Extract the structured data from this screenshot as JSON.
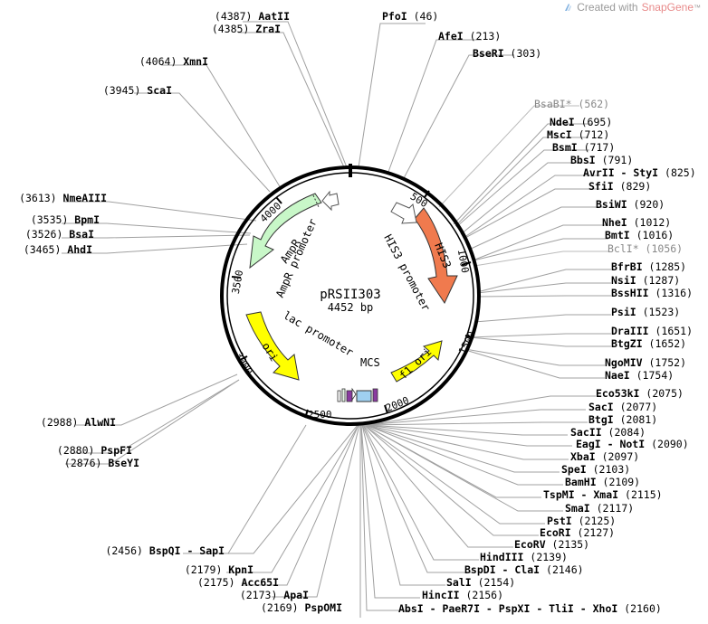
{
  "brand": {
    "prefix": "Created with",
    "name": "SnapGene",
    "tm": "™"
  },
  "plasmid": {
    "name": "pRSII303",
    "length_label": "4452 bp"
  },
  "colors": {
    "his3": "#f07a4e",
    "ampr": "#c8f7c8",
    "ori": "#ffff00",
    "f1ori": "#ffff00",
    "promoter_fill": "#ffffff",
    "mcs_box": "#9fd0f0",
    "line": "#a0a0a0",
    "backbone": "#000000"
  },
  "ticks": [
    "500",
    "1000",
    "1500",
    "2000",
    "2500",
    "3000",
    "3500",
    "4000"
  ],
  "features": [
    {
      "label": "HIS3"
    },
    {
      "label": "HIS3 promoter"
    },
    {
      "label": "f1 ori"
    },
    {
      "label": "MCS"
    },
    {
      "label": "lac promoter"
    },
    {
      "label": "ori"
    },
    {
      "label": "AmpR"
    },
    {
      "label": "AmpR promoter"
    }
  ],
  "sites": [
    {
      "name": "AatII",
      "pos": "(4387)"
    },
    {
      "name": "ZraI",
      "pos": "(4385)"
    },
    {
      "name": "PfoI",
      "pos": "(46)"
    },
    {
      "name": "AfeI",
      "pos": "(213)"
    },
    {
      "name": "BseRI",
      "pos": "(303)"
    },
    {
      "name": "XmnI",
      "pos": "(4064)"
    },
    {
      "name": "ScaI",
      "pos": "(3945)"
    },
    {
      "name": "BsaBI*",
      "pos": "(562)"
    },
    {
      "name": "NdeI",
      "pos": "(695)"
    },
    {
      "name": "MscI",
      "pos": "(712)"
    },
    {
      "name": "BsmI",
      "pos": "(717)"
    },
    {
      "name": "BbsI",
      "pos": "(791)"
    },
    {
      "name": "AvrII - StyI",
      "pos": "(825)"
    },
    {
      "name": "SfiI",
      "pos": "(829)"
    },
    {
      "name": "BsiWI",
      "pos": "(920)"
    },
    {
      "name": "NmeAIII",
      "pos": "(3613)"
    },
    {
      "name": "NheI",
      "pos": "(1012)"
    },
    {
      "name": "BpmI",
      "pos": "(3535)"
    },
    {
      "name": "BmtI",
      "pos": "(1016)"
    },
    {
      "name": "BsaI",
      "pos": "(3526)"
    },
    {
      "name": "BclI*",
      "pos": "(1056)"
    },
    {
      "name": "AhdI",
      "pos": "(3465)"
    },
    {
      "name": "BfrBI",
      "pos": "(1285)"
    },
    {
      "name": "NsiI",
      "pos": "(1287)"
    },
    {
      "name": "BssHII",
      "pos": "(1316)"
    },
    {
      "name": "PsiI",
      "pos": "(1523)"
    },
    {
      "name": "DraIII",
      "pos": "(1651)"
    },
    {
      "name": "BtgZI",
      "pos": "(1652)"
    },
    {
      "name": "NgoMIV",
      "pos": "(1752)"
    },
    {
      "name": "NaeI",
      "pos": "(1754)"
    },
    {
      "name": "Eco53kI",
      "pos": "(2075)"
    },
    {
      "name": "SacI",
      "pos": "(2077)"
    },
    {
      "name": "BtgI",
      "pos": "(2081)"
    },
    {
      "name": "AlwNI",
      "pos": "(2988)"
    },
    {
      "name": "SacII",
      "pos": "(2084)"
    },
    {
      "name": "EagI - NotI",
      "pos": "(2090)"
    },
    {
      "name": "PspFI",
      "pos": "(2880)"
    },
    {
      "name": "XbaI",
      "pos": "(2097)"
    },
    {
      "name": "BseYI",
      "pos": "(2876)"
    },
    {
      "name": "SpeI",
      "pos": "(2103)"
    },
    {
      "name": "BamHI",
      "pos": "(2109)"
    },
    {
      "name": "TspMI - XmaI",
      "pos": "(2115)"
    },
    {
      "name": "SmaI",
      "pos": "(2117)"
    },
    {
      "name": "PstI",
      "pos": "(2125)"
    },
    {
      "name": "BspQI - SapI",
      "pos": "(2456)"
    },
    {
      "name": "EcoRI",
      "pos": "(2127)"
    },
    {
      "name": "EcoRV",
      "pos": "(2135)"
    },
    {
      "name": "KpnI",
      "pos": "(2179)"
    },
    {
      "name": "HindIII",
      "pos": "(2139)"
    },
    {
      "name": "Acc65I",
      "pos": "(2175)"
    },
    {
      "name": "BspDI - ClaI",
      "pos": "(2146)"
    },
    {
      "name": "ApaI",
      "pos": "(2173)"
    },
    {
      "name": "SalI",
      "pos": "(2154)"
    },
    {
      "name": "PspOMI",
      "pos": "(2169)"
    },
    {
      "name": "HincII",
      "pos": "(2156)"
    },
    {
      "name": "AbsI - PaeR7I - PspXI - TliI - XhoI",
      "pos": "(2160)"
    }
  ]
}
